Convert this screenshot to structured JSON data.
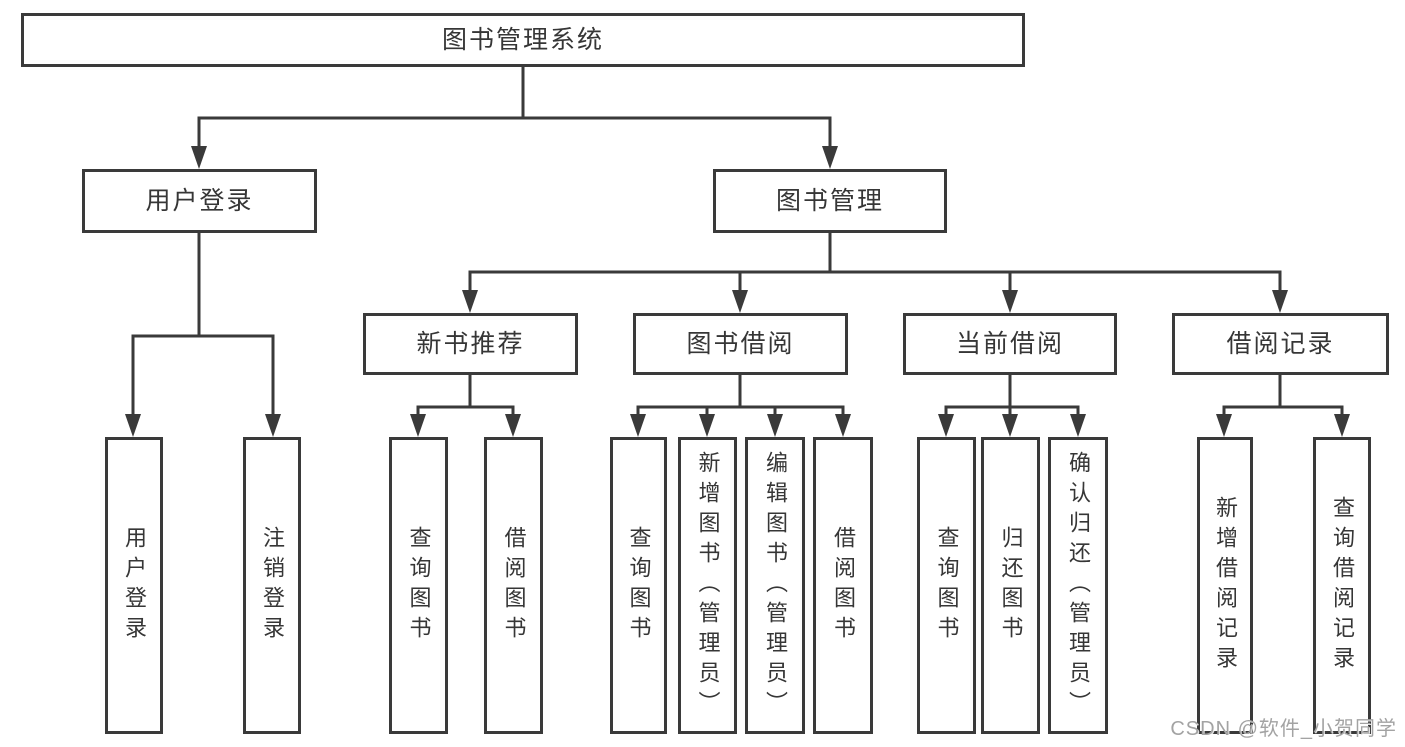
{
  "diagram": {
    "title_node": {
      "label": "图书管理系统"
    },
    "level2": {
      "login": {
        "label": "用户登录"
      },
      "mgmt": {
        "label": "图书管理"
      }
    },
    "level3": {
      "newbook": {
        "label": "新书推荐"
      },
      "bookborrow": {
        "label": "图书借阅"
      },
      "currentborrow": {
        "label": "当前借阅"
      },
      "borrowrecords": {
        "label": "借阅记录"
      }
    },
    "leaves": {
      "user_login": {
        "label": "用户登录"
      },
      "logout": {
        "label": "注销登录"
      },
      "nb_query": {
        "label": "查询图书"
      },
      "nb_borrow": {
        "label": "借阅图书"
      },
      "bb_query": {
        "label": "查询图书"
      },
      "bb_add": {
        "label": "新增图书（管理员）"
      },
      "bb_edit": {
        "label": "编辑图书（管理员）"
      },
      "bb_borrow": {
        "label": "借阅图书"
      },
      "cb_query": {
        "label": "查询图书"
      },
      "cb_return": {
        "label": "归还图书"
      },
      "cb_confirm": {
        "label": "确认归还（管理员）"
      },
      "br_add": {
        "label": "新增借阅记录"
      },
      "br_query": {
        "label": "查询借阅记录"
      }
    }
  },
  "watermark": "CSDN @软件_小贺同学",
  "colors": {
    "line": "#3a3a3a",
    "text": "#363636",
    "watermark": "#a3a3a3",
    "background": "#ffffff"
  }
}
